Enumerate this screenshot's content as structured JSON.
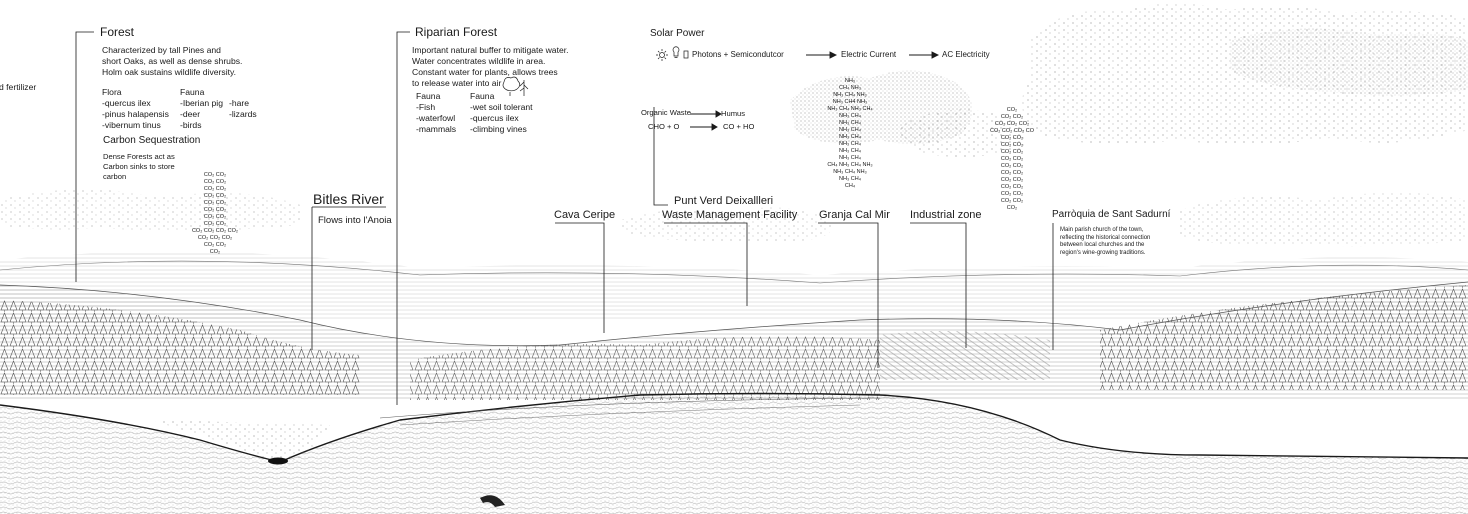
{
  "fragment": {
    "text": "d fertilizer"
  },
  "forest": {
    "title": "Forest",
    "desc": [
      "Characterized by tall  Pines and",
      "short Oaks, as well as dense shrubs.",
      "Holm oak sustains wildlife diversity."
    ],
    "flora_title": "Flora",
    "flora": [
      "-quercus ilex",
      "-pinus halapensis",
      "-vibernum tinus"
    ],
    "fauna_title": "Fauna",
    "fauna": [
      "-Iberian pig",
      "-deer",
      "-birds"
    ],
    "fauna2": [
      "-hare",
      "-lizards"
    ],
    "carbon_title": "Carbon Sequestration",
    "carbon_desc": [
      "Dense Forests act as",
      "Carbon sinks to store",
      "carbon"
    ],
    "co2_stack": [
      "CO₂ CO₂",
      "CO₂ CO₂",
      "CO₂ CO₂",
      "CO₂ CO₂",
      "CO₂ CO₂",
      "CO₂ CO₂",
      "CO₂ CO₂",
      "CO₂ CO₂",
      "CO₂ CO₂ CO₂ CO₂",
      "CO₂ CO₂ CO₂",
      "CO₂ CO₂",
      "CO₂"
    ]
  },
  "bitles": {
    "title": "Bitles River",
    "subtitle": "Flows into l'Anoia"
  },
  "riparian": {
    "title": "Riparian Forest",
    "desc": [
      "Important natural buffer to mitigate water.",
      "Water concentrates wildlife in area.",
      "Constant water for plants, allows trees",
      " to release water into air"
    ],
    "fauna1_title": "Fauna",
    "fauna1": [
      "-Fish",
      "-waterfowl",
      "-mammals"
    ],
    "fauna2_title": "Fauna",
    "fauna2": [
      "-wet soil tolerant",
      "-quercus ilex",
      "-climbing vines"
    ]
  },
  "solar": {
    "title": "Solar Power",
    "input": "Photons + Semicondutcor",
    "step2": "Electric Current",
    "step3": "AC Electricity"
  },
  "waste": {
    "organic": "Organic Waste",
    "humus": "Humus",
    "cho": "CHO + O",
    "co": "CO + HO",
    "facility_line1": "Punt  Verd Deixallleri",
    "facility_line2": "Waste Management Facility"
  },
  "cava": {
    "title": "Cava Ceripe"
  },
  "granja": {
    "title": "Granja Cal Mir",
    "methane": [
      "NH₃",
      "CH₄  NH₃",
      "NH₃ CH₄ NH₃",
      "NH₃ CH4 NH₃",
      "NH₃ CH₄ NH₃ CH₄",
      "NH₃ CH₄",
      "NH₃ CH₄",
      "NH₃ CH₄",
      "NH₃ CH₄",
      "NH₃ CH₄",
      "NH₃ CH₄",
      "NH₃ CH₄",
      "CH₄  NH₃   CH₄   NH₃",
      "NH₃  CH₄  NH₃",
      "NH₃  CH₄",
      "CH₄"
    ]
  },
  "industrial": {
    "title": "Industrial zone",
    "co2": [
      "CO₂",
      "CO₂ CO₂",
      "CO₂ CO₂ CO₂",
      "CO₂ CO₂ CO₂ CO",
      "CO₂ CO₂",
      "CO₂ CO₂",
      "CO₂ CO₂",
      "CO₂ CO₂",
      "CO₂ CO₂",
      "CO₂ CO₂",
      "CO₂ CO₂",
      "CO₂ CO₂",
      "CO₂ CO₂",
      "CO₂ CO₂",
      "CO₂"
    ]
  },
  "parroquia": {
    "title": "Parròquia de Sant Sadurní",
    "desc": [
      "Main parish church of the town,",
      "reflecting the historical connection",
      "between local churches and the",
      "region's wine-growing traditions."
    ]
  },
  "colors": {
    "ink": "#1a1a1a",
    "hatch": "#6e6e6e",
    "light": "#bdbdbd",
    "ground": "#2a2a2a"
  }
}
